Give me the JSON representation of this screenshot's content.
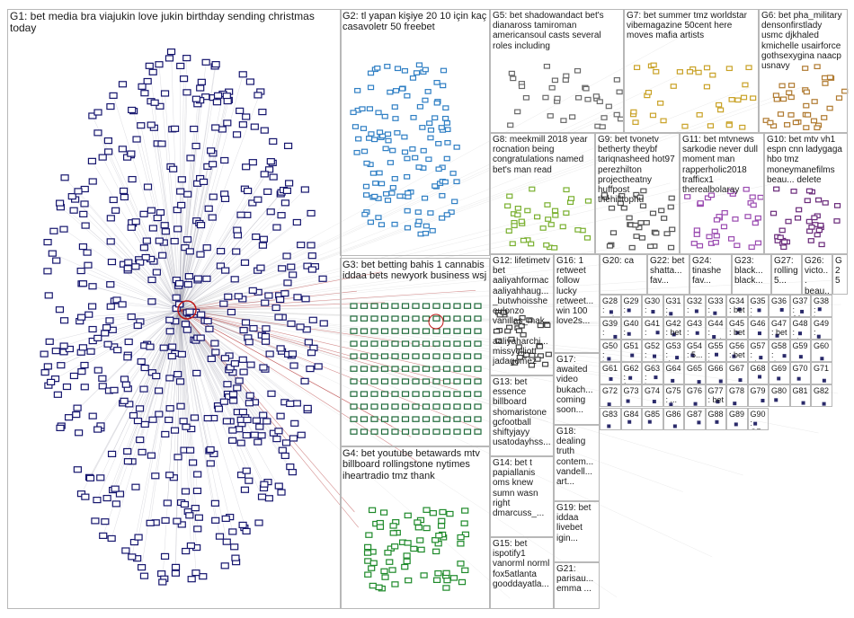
{
  "graph": {
    "groups": [
      {
        "id": "G1",
        "label": "G1: bet media bra viajukin love jukin birthday sending christmas today",
        "color": "#16166e"
      },
      {
        "id": "G2",
        "label": "G2: tl yapan kişiye 20 10 için kaç casavoletr 50 freebet",
        "color": "#2f7fc4"
      },
      {
        "id": "G3",
        "label": "G3: bet betting bahis 1 cannabis iddaa bets newyork business wsj",
        "color": "#1e6a3a"
      },
      {
        "id": "G4",
        "label": "G4: bet youtube betawards mtv billboard rollingstone nytimes iheartradio tmz thank",
        "color": "#1e8a2a"
      },
      {
        "id": "G5",
        "label": "G5: bet shadowandact bet's dianaross tamiroman americansoul casts several roles including",
        "color": "#6a6a6a"
      },
      {
        "id": "G6",
        "label": "G6: bet pha_military densonfirstlady usmc djkhaled kmichelle usairforce gothsexygina naacp usnavy",
        "color": "#b07a30"
      },
      {
        "id": "G7",
        "label": "G7: bet summer tmz worldstar vibemagazine 50cent here moves mafia artists",
        "color": "#c9a227"
      },
      {
        "id": "G8",
        "label": "G8: meekmill 2018 year rocnation being congratulations named bet's man read",
        "color": "#7ab030"
      },
      {
        "id": "G9",
        "label": "G9: bet tvonetv betherty theybf tariqnasheed hot97 perezhilton projectheatny huffpost thehilltophu",
        "color": "#555555"
      },
      {
        "id": "G10",
        "label": "G10: bet mtv vh1 espn cnn ladygaga hbo tmz moneymanefilms beau... delete",
        "color": "#6a2a7a"
      },
      {
        "id": "G11",
        "label": "G11: bet mtvnews sarkodie never dull moment man rapperholic2018 trafficx1 therealbolaray",
        "color": "#9a4ab0"
      },
      {
        "id": "G12",
        "label": "G12: lifetimetv bet aaliyahformac aaliyahhaug... _butwhoisshe eulonzo vanillas_mak... aaliyaharchi... missyelliott jadagomez",
        "color": "#444444"
      },
      {
        "id": "G13",
        "label": "G13: bet essence billboard shomaristone gcfootball shiftyjayy usatodayhss...",
        "color": "#444444"
      },
      {
        "id": "G14",
        "label": "G14: bet t papiallanis oms knew sumn wasn right dmarcuss_...",
        "color": "#444444"
      },
      {
        "id": "G15",
        "label": "G15: bet ispotify1 vanorml norml fox5atlanta gooddayatla...",
        "color": "#444444"
      },
      {
        "id": "G16",
        "label": "G16: 1 retweet follow lucky retweet... win 100 love2s...",
        "color": "#444444"
      },
      {
        "id": "G17",
        "label": "G17: awaited video bukach... coming soon...",
        "color": "#444444"
      },
      {
        "id": "G18",
        "label": "G18: dealing truth contem... vandell... art...",
        "color": "#444444"
      },
      {
        "id": "G19",
        "label": "G19: bet iddaa livebet igin...",
        "color": "#444444"
      },
      {
        "id": "G20",
        "label": "G20: ca",
        "color": "#444444"
      },
      {
        "id": "G21",
        "label": "G21: parisau... emma ...",
        "color": "#444444"
      },
      {
        "id": "G22",
        "label": "G22: bet shatta... fav...",
        "color": "#444444"
      },
      {
        "id": "G23",
        "label": "G23: black... black...",
        "color": "#444444"
      },
      {
        "id": "G24",
        "label": "G24: tinashe fav...",
        "color": "#444444"
      },
      {
        "id": "G25",
        "label": "G25",
        "color": "#444444"
      },
      {
        "id": "G26",
        "label": "G26: victo... beau...",
        "color": "#444444"
      },
      {
        "id": "G27",
        "label": "G27: rolling 5...",
        "color": "#444444"
      }
    ],
    "small_groups": [
      "G28: wsj nyti...",
      "G29: wy... did...",
      "G30: ma... unit...",
      "G31: ha... dec...",
      "G32: gre... op...",
      "G33: tips 10...",
      "G34: bet",
      "G35: bar",
      "G36",
      "G37: 20...",
      "G38: ba...",
      "G39: my...",
      "G40: awa...",
      "G41: spor...",
      "G42: bet",
      "G43: ast...",
      "G44: parl...",
      "G45: bet",
      "G46",
      "G47: bet",
      "G48: _br...",
      "G49: nba...",
      "G50: jers...",
      "G51",
      "G52: wsj...",
      "G53: des...",
      "G54: 5...",
      "G55: bo...",
      "G56: bet",
      "G57: alp...",
      "G58: des...",
      "G59",
      "G60",
      "G61",
      "G62: fee...",
      "G63: jer...",
      "G64",
      "G65",
      "G66",
      "G67",
      "G68",
      "G69",
      "G70",
      "G71",
      "G72",
      "G73",
      "G74",
      "G75: ...",
      "G76",
      "G77: bet",
      "G78",
      "G79",
      "G80",
      "G81",
      "G82",
      "G83",
      "G84",
      "G85",
      "G86",
      "G87",
      "G88",
      "G89",
      "G90: G7..."
    ]
  }
}
